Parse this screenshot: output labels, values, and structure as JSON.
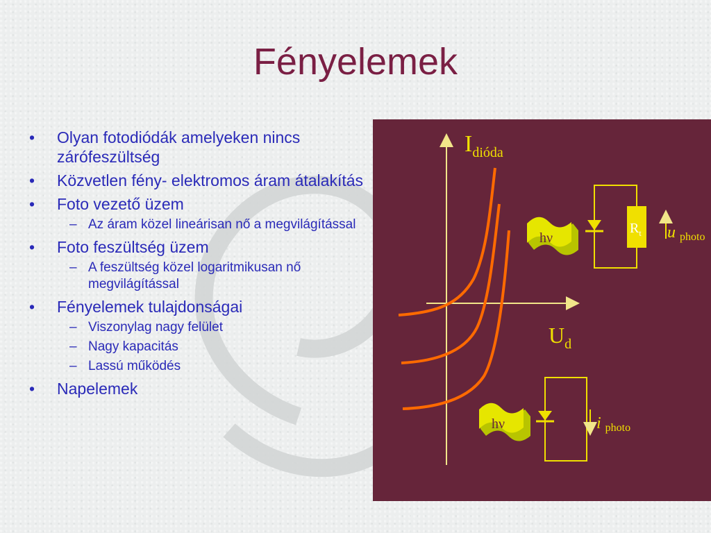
{
  "slide": {
    "title": "Fényelemek",
    "bullets": [
      {
        "level": 1,
        "text": "Olyan fotodiódák amelyeken nincs zárófeszültség"
      },
      {
        "level": 1,
        "text": "Közvetlen fény- elektromos áram átalakítás"
      },
      {
        "level": 1,
        "text": "Foto vezető üzem"
      },
      {
        "level": 2,
        "text": "Az áram közel lineárisan nő a megvilágítással"
      },
      {
        "level": 1,
        "text": "Foto feszültség üzem"
      },
      {
        "level": 2,
        "text": "A feszültség közel logaritmikusan nő megvilágítással"
      },
      {
        "level": 1,
        "text": "Fényelemek tulajdonságai"
      },
      {
        "level": 2,
        "text": "Viszonylag nagy felület"
      },
      {
        "level": 2,
        "text": "Nagy kapacitás"
      },
      {
        "level": 2,
        "text": "Lassú működés"
      },
      {
        "level": 1,
        "text": "Napelemek"
      }
    ]
  },
  "diagram": {
    "y_axis_main": "I",
    "y_axis_sub": "dióda",
    "x_axis_main": "U",
    "x_axis_sub": "d",
    "light_label_top": "hν",
    "light_label_bottom": "hν",
    "resistor_label": "R",
    "resistor_sub": "t",
    "voltage_main": "u",
    "voltage_sub": "photo",
    "current_main": "i",
    "current_sub": "photo",
    "colors": {
      "panel": "#66253a",
      "axes": "#f2e68a",
      "curves": "#ff6a00",
      "circuit": "#f0e000",
      "title": "#7a1f44",
      "bullets": "#2a2ab8"
    }
  }
}
